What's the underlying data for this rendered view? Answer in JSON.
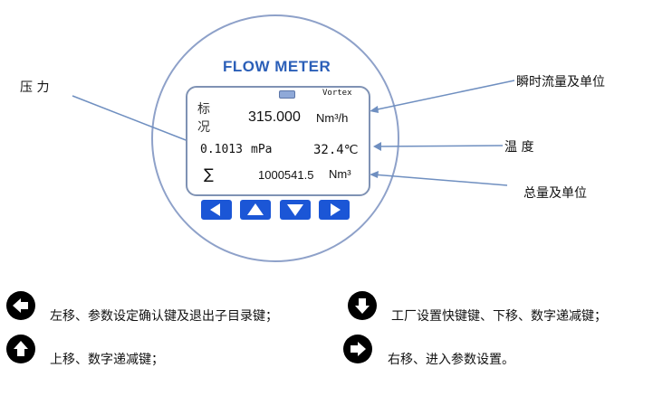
{
  "meter": {
    "title": "FLOW METER",
    "sensor_type": "Vortex",
    "condition_label_1": "标",
    "condition_label_2": "况",
    "flow_value": "315.000",
    "flow_unit": "Nm³/h",
    "pressure_value": "0.1013",
    "pressure_unit": "mPa",
    "temperature": "32.4℃",
    "total_symbol": "∑",
    "total_value": "1000541.5",
    "total_unit": "Nm³"
  },
  "annotations": {
    "pressure": "压  力",
    "instant_flow": "瞬时流量及单位",
    "temperature": "温  度",
    "total": "总量及单位"
  },
  "buttons": [
    "left-arrow-icon",
    "up-arrow-icon",
    "down-arrow-icon",
    "right-arrow-icon"
  ],
  "legend": {
    "left": "左移、参数设定确认键及退出子目录键；",
    "down": "工厂设置快键键、下移、数字递减键；",
    "up": "上移、数字递减键；",
    "right": "右移、进入参数设置。"
  },
  "colors": {
    "accent": "#1b56d6",
    "title": "#2b5fb8",
    "circle": "#8ea1c9"
  }
}
